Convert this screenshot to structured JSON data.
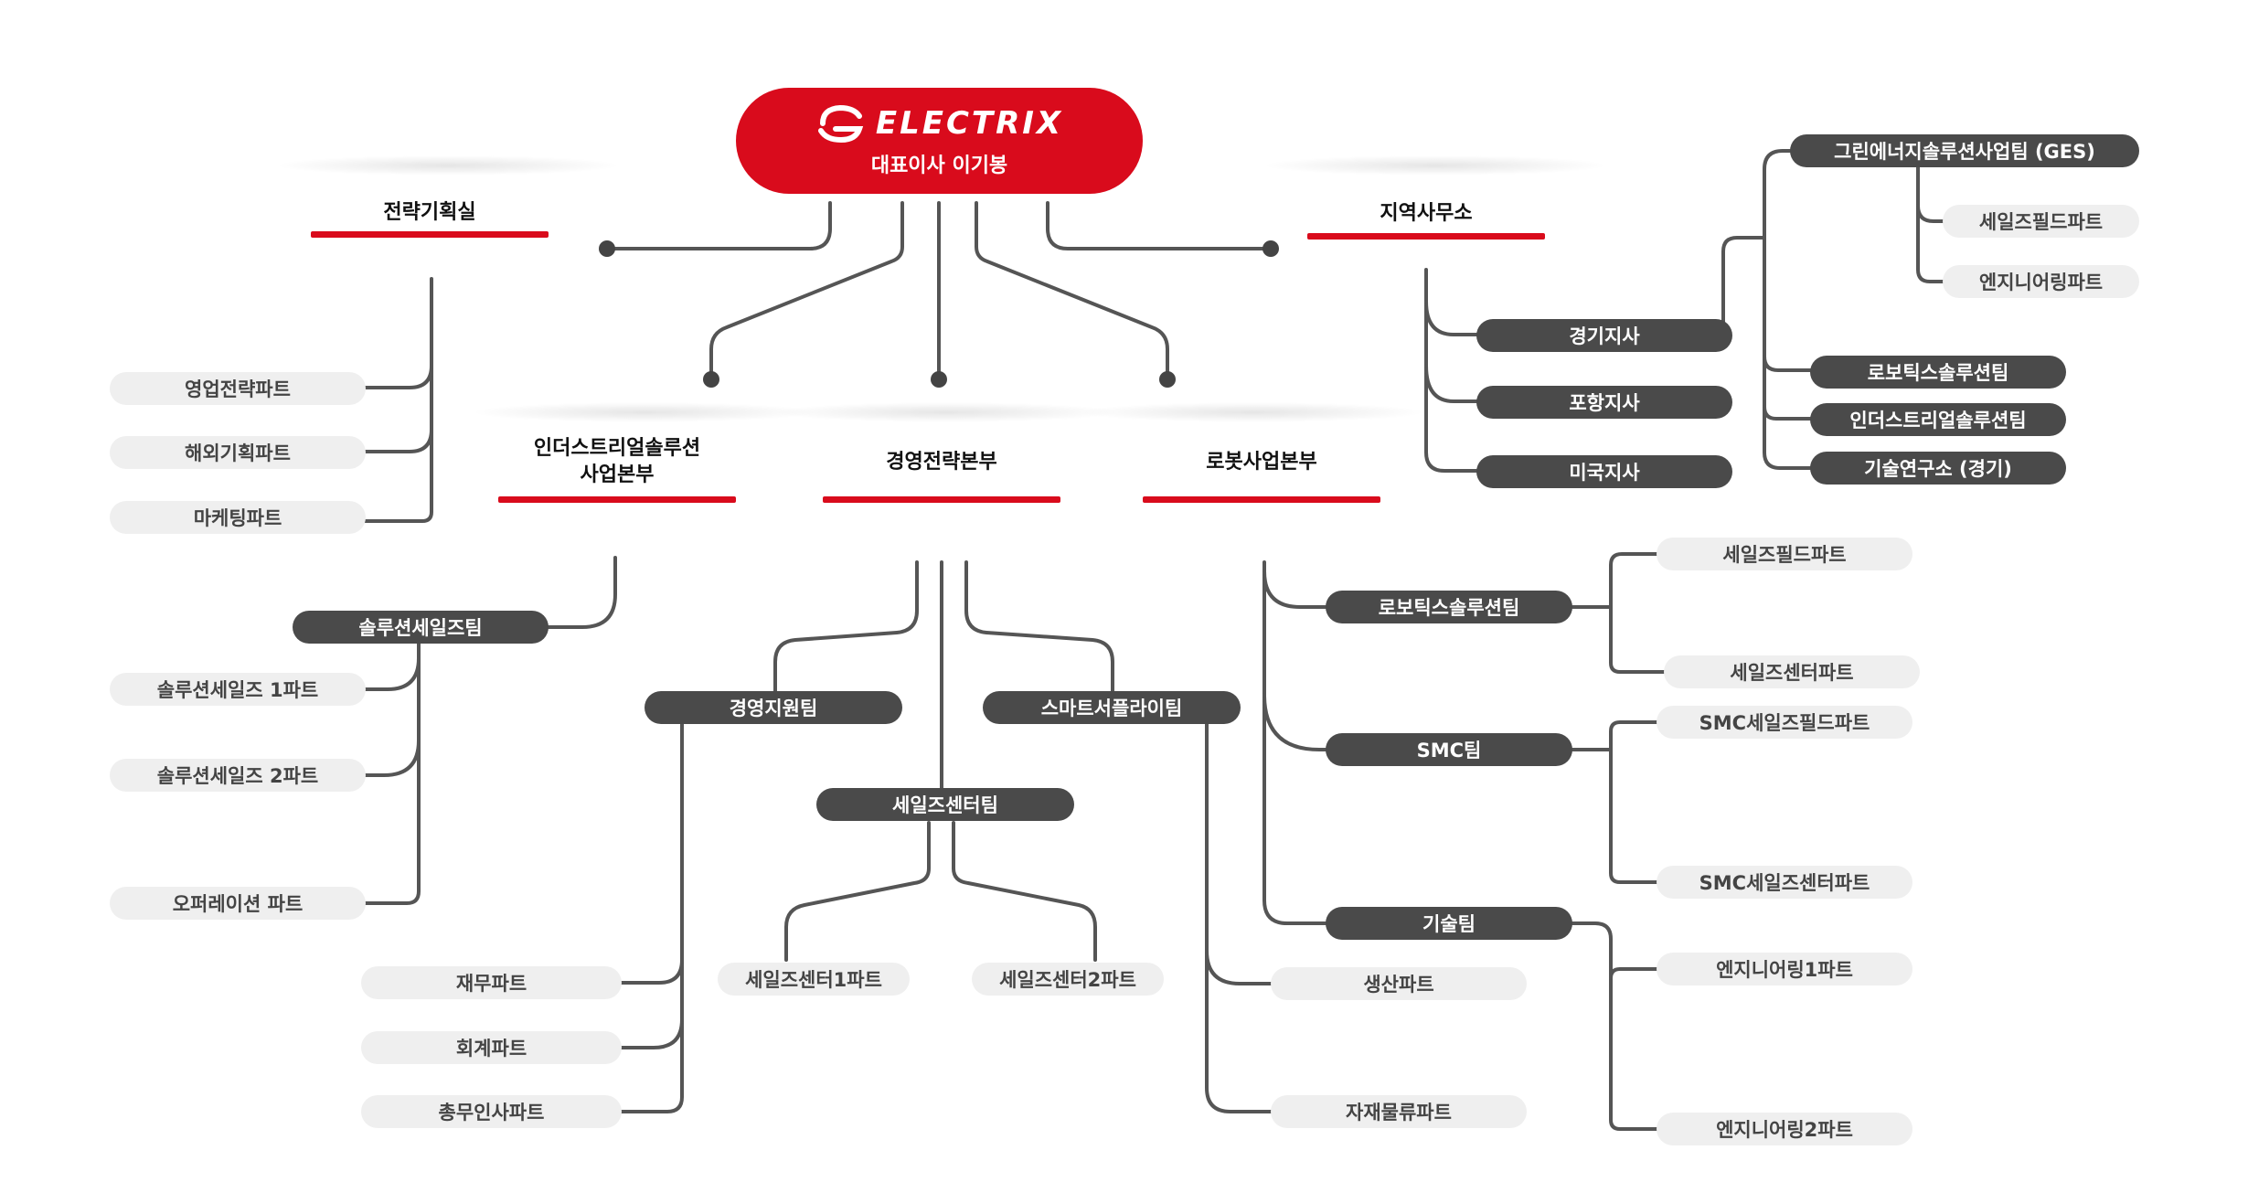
{
  "ceo": {
    "brand": "ELECTRIX",
    "title": "대표이사 이기봉",
    "brand_color": "#d90b1c"
  },
  "heads": {
    "strategy": "전략기획실",
    "regional": "지역사무소",
    "industrial": "인더스트리얼솔루션\n사업본부",
    "management": "경영전략본부",
    "robot": "로봇사업본부"
  },
  "strategy_parts": [
    "영업전략파트",
    "해외기획파트",
    "마케팅파트"
  ],
  "regional_branches": [
    "경기지사",
    "포항지사",
    "미국지사"
  ],
  "ges": {
    "team": "그린에너지솔루션사업팀 (GES)",
    "parts": [
      "세일즈필드파트",
      "엔지니어링파트"
    ]
  },
  "gyeonggi_teams": [
    "로보틱스솔루션팀",
    "인더스트리얼솔루션팀",
    "기술연구소 (경기)"
  ],
  "industrial": {
    "team": "솔루션세일즈팀",
    "parts": [
      "솔루션세일즈 1파트",
      "솔루션세일즈 2파트",
      "오퍼레이션 파트"
    ]
  },
  "management": {
    "support_team": "경영지원팀",
    "support_parts": [
      "재무파트",
      "회계파트",
      "총무인사파트"
    ],
    "smart_team": "스마트서플라이팀",
    "smart_parts": [
      "생산파트",
      "자재물류파트"
    ],
    "sales_center_team": "세일즈센터팀",
    "sales_center_parts": [
      "세일즈센터1파트",
      "세일즈센터2파트"
    ]
  },
  "robot": {
    "robotics_team": "로보틱스솔루션팀",
    "robotics_parts": [
      "세일즈필드파트",
      "세일즈센터파트"
    ],
    "smc_team": "SMC팀",
    "smc_parts": [
      "SMC세일즈필드파트",
      "SMC세일즈센터파트"
    ],
    "tech_team": "기술팀",
    "tech_parts": [
      "엔지니어링1파트",
      "엔지니어링2파트"
    ]
  },
  "colors": {
    "accent": "#d90b1c",
    "dark_node": "#4a4a4a",
    "light_node": "#efefef",
    "line": "#555555"
  }
}
